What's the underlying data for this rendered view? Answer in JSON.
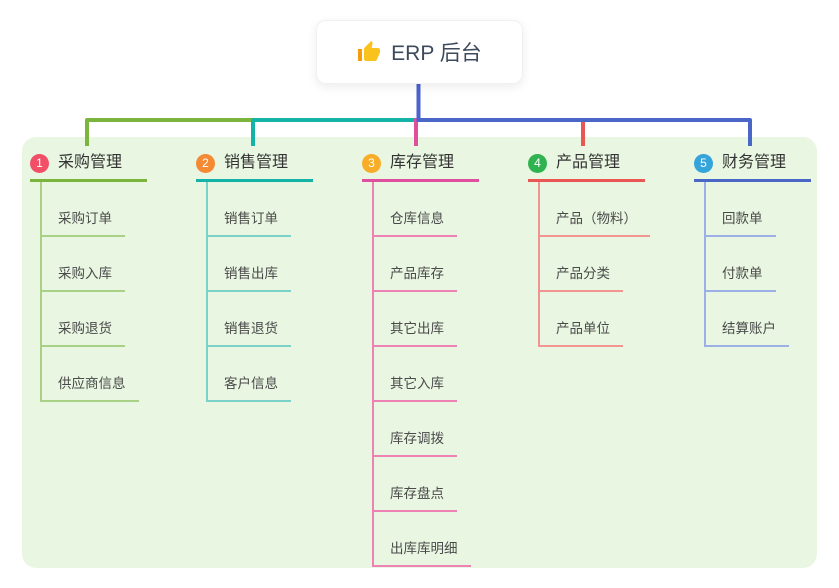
{
  "root": {
    "label": "ERP 后台",
    "icon": "thumbs-up-icon",
    "trunk_color": "#4a63cf"
  },
  "branches": [
    {
      "index": "1",
      "label": "采购管理",
      "badge_color": "#f14f68",
      "line_color": "#7cb53e",
      "child_line_color": "#a9d186",
      "children": [
        "采购订单",
        "采购入库",
        "采购退货",
        "供应商信息"
      ]
    },
    {
      "index": "2",
      "label": "销售管理",
      "badge_color": "#f58a35",
      "line_color": "#14b3a7",
      "child_line_color": "#7ad2c8",
      "children": [
        "销售订单",
        "销售出库",
        "销售退货",
        "客户信息"
      ]
    },
    {
      "index": "3",
      "label": "库存管理",
      "badge_color": "#f8ad29",
      "line_color": "#e04f9e",
      "child_line_color": "#ee82b4",
      "children": [
        "仓库信息",
        "产品库存",
        "其它出库",
        "其它入库",
        "库存调拨",
        "库存盘点",
        "出库库明细"
      ]
    },
    {
      "index": "4",
      "label": "产品管理",
      "badge_color": "#2fb350",
      "line_color": "#ea5654",
      "child_line_color": "#f29492",
      "children": [
        "产品（物料）",
        "产品分类",
        "产品单位"
      ]
    },
    {
      "index": "5",
      "label": "财务管理",
      "badge_color": "#35a4da",
      "line_color": "#4a67c8",
      "child_line_color": "#9db0e6",
      "children": [
        "回款单",
        "付款单",
        "结算账户"
      ]
    }
  ]
}
